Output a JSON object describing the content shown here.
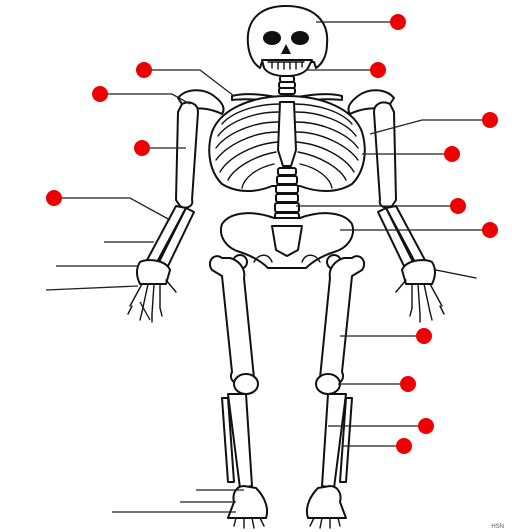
{
  "diagram": {
    "subject": "skeleton-front-view",
    "label_dot_color": "#ee0000",
    "line_color": "#222222",
    "label_dots": [
      {
        "id": "dot-skull"
      },
      {
        "id": "dot-mandible"
      },
      {
        "id": "dot-clavicle"
      },
      {
        "id": "dot-scapula"
      },
      {
        "id": "dot-sternum"
      },
      {
        "id": "dot-humerus"
      },
      {
        "id": "dot-ribs"
      },
      {
        "id": "dot-radius-ulna"
      },
      {
        "id": "dot-vertebral-column"
      },
      {
        "id": "dot-pelvis"
      },
      {
        "id": "dot-femur"
      },
      {
        "id": "dot-patella"
      },
      {
        "id": "dot-tibia"
      },
      {
        "id": "dot-fibula"
      }
    ],
    "unlabeled_lines": [
      "carpals",
      "metacarpals",
      "phalanges-hand",
      "tarsals",
      "metatarsals",
      "phalanges-foot"
    ]
  },
  "corner_mark": "HSN"
}
